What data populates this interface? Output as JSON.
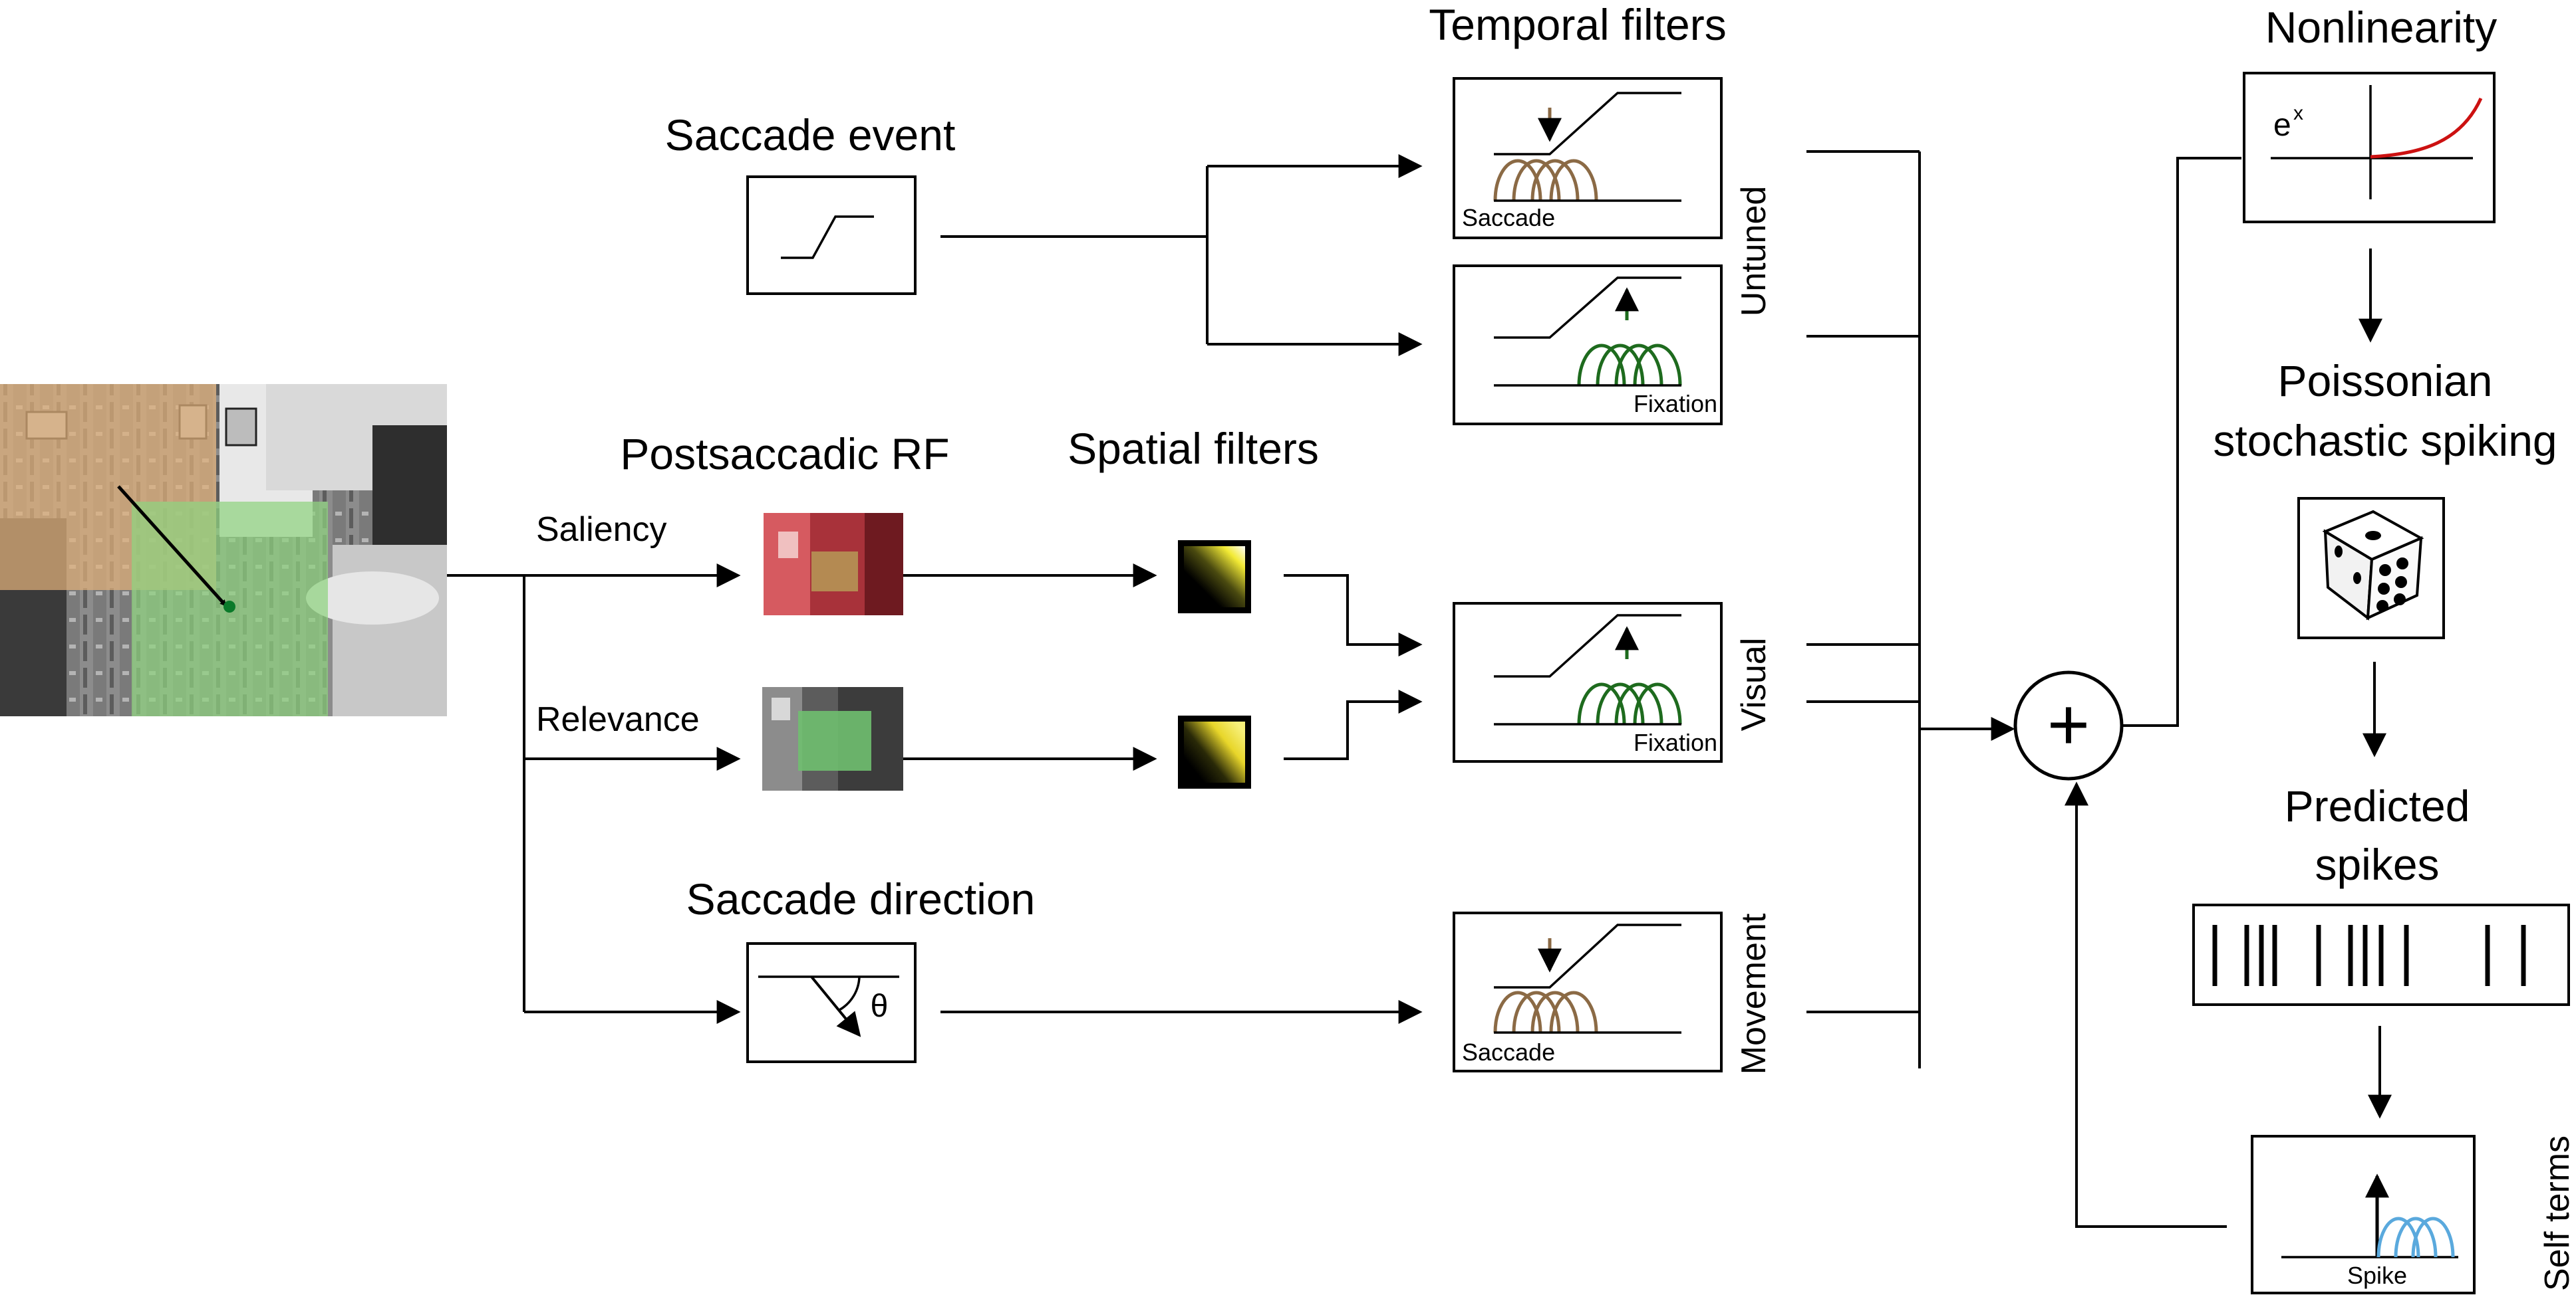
{
  "labels": {
    "temporal_filters": "Temporal filters",
    "nonlinearity": "Nonlinearity",
    "saccade_event": "Saccade event",
    "postsaccadic_rf": "Postsaccadic RF",
    "spatial_filters": "Spatial filters",
    "saccade_direction": "Saccade direction",
    "saliency": "Saliency",
    "relevance": "Relevance",
    "poissonian_line1": "Poissonian",
    "poissonian_line2": "stochastic spiking",
    "predicted_line1": "Predicted",
    "predicted_line2": "spikes",
    "untuned": "Untuned",
    "visual": "Visual",
    "movement": "Movement",
    "self_terms": "Self terms",
    "saccade_label": "Saccade",
    "fixation_label": "Fixation",
    "spike_label": "Spike",
    "exp_base": "e",
    "exp_power": "x",
    "theta": "θ",
    "plus": "+"
  },
  "colors": {
    "saccade_basis": "#8B6A45",
    "fixation_basis": "#1E6B1E",
    "self_basis": "#5AA9DD",
    "exp_curve": "#CC1111",
    "saliency_overlay": "#E0B07A",
    "relevance_overlay": "#8FD37F"
  },
  "icons": {
    "dice": "dice-icon",
    "summation": "summation-icon"
  }
}
